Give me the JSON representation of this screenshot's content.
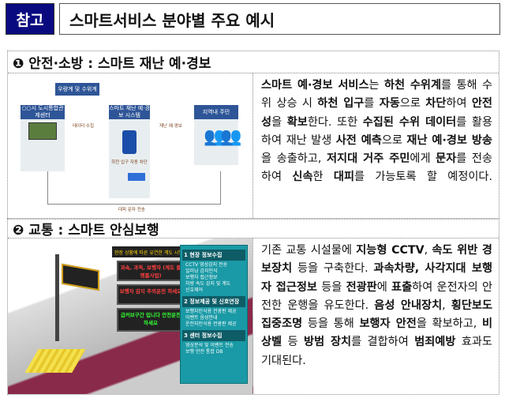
{
  "header": {
    "tag": "참고",
    "title": "스마트서비스 분야별 주요 예시"
  },
  "section1": {
    "heading": "❶ 안전·소방 : 스마트 재난 예·경보",
    "figure": {
      "gauge": "우량계 및 수위계",
      "center": "○○시 도시통합관제센터",
      "system": "스마트 재난 예·경보 시스템",
      "residents": "지역내 주민",
      "data_collect": "데이터 수집",
      "warning": "재난 예·경보",
      "gate": "하천 입구 자동 차단",
      "sms": "대피 문자 전송"
    },
    "paragraph": [
      {
        "t": "스마트 예·경보 서비스",
        "b": true
      },
      {
        "t": "는 ",
        "b": false
      },
      {
        "t": "하천 수위계",
        "b": true
      },
      {
        "t": "를 통해 수위 상승 시 ",
        "b": false
      },
      {
        "t": "하천 입구",
        "b": true
      },
      {
        "t": "를 ",
        "b": false
      },
      {
        "t": "자동",
        "b": true
      },
      {
        "t": "으로 ",
        "b": false
      },
      {
        "t": "차단",
        "b": true
      },
      {
        "t": "하여 ",
        "b": false
      },
      {
        "t": "안전성",
        "b": true
      },
      {
        "t": "을 ",
        "b": false
      },
      {
        "t": "확보",
        "b": true
      },
      {
        "t": "한다. 또한 ",
        "b": false
      },
      {
        "t": "수집된 수위 데이터",
        "b": true
      },
      {
        "t": "를 활용하여 재난 발생 ",
        "b": false
      },
      {
        "t": "사전 예측",
        "b": true
      },
      {
        "t": "으로 ",
        "b": false
      },
      {
        "t": "재난 예·경보 방송",
        "b": true
      },
      {
        "t": "을 송출하고, ",
        "b": false
      },
      {
        "t": "저지대 거주 주민",
        "b": true
      },
      {
        "t": "에게 ",
        "b": false
      },
      {
        "t": "문자",
        "b": true
      },
      {
        "t": "를 전송하여 ",
        "b": false
      },
      {
        "t": "신속",
        "b": true
      },
      {
        "t": "한 ",
        "b": false
      },
      {
        "t": "대피",
        "b": true
      },
      {
        "t": "를 가능토록 할 예정이다.",
        "b": false
      }
    ]
  },
  "section2": {
    "heading": "❷ 교통 : 스마트 안심보행",
    "figure": {
      "banner": "현장 상황에 따른 유연한 계도 시행",
      "led": [
        "과속, 과적, 보행자 (계도 플랫폼사업)",
        "보행자 감지 주의운전 하세요",
        "급커브구간 입니다 안전운전 하세요"
      ],
      "steps": [
        {
          "title": "1 현장 정보수집",
          "items": [
            "CCTV 영상감지 전송",
            "일러닝 감지인식",
            "보행자 접근정보",
            "차량 속도 감지 및 계도",
            "신호제어"
          ]
        },
        {
          "title": "2 정보제공 및 신호연장",
          "items": [
            "보행자인식용 전광판 제공",
            "이벤트 음성안내",
            "운전자인식용 전광판 제공"
          ]
        },
        {
          "title": "3 센터 정보수집",
          "items": [
            "영상분석 및 이벤트 전송",
            "보행 안전 통합 DB"
          ]
        }
      ]
    },
    "paragraph": [
      {
        "t": "  기존 교통 시설물에 ",
        "b": false
      },
      {
        "t": "지능형 CCTV",
        "b": true
      },
      {
        "t": ", ",
        "b": false
      },
      {
        "t": "속도 위반 경보장치",
        "b": true
      },
      {
        "t": " 등을 구축한다. ",
        "b": false
      },
      {
        "t": "과속차량, 사각지대 보행자 접근정보",
        "b": true
      },
      {
        "t": " 등을 ",
        "b": false
      },
      {
        "t": "전광판",
        "b": true
      },
      {
        "t": "에 ",
        "b": false
      },
      {
        "t": "표출",
        "b": true
      },
      {
        "t": "하여 운전자의 안전한 운행을 유도한다. ",
        "b": false
      },
      {
        "t": "음성 안내장치",
        "b": true
      },
      {
        "t": ", ",
        "b": false
      },
      {
        "t": "횡단보도 집중조명",
        "b": true
      },
      {
        "t": " 등을 통해 ",
        "b": false
      },
      {
        "t": "보행자 안전",
        "b": true
      },
      {
        "t": "을 확보하고, ",
        "b": false
      },
      {
        "t": "비상벨",
        "b": true
      },
      {
        "t": " 등 ",
        "b": false
      },
      {
        "t": "방범 장치",
        "b": true
      },
      {
        "t": "를 결합하여 ",
        "b": false
      },
      {
        "t": "범죄예방",
        "b": true
      },
      {
        "t": " 효과도 기대된다.",
        "b": false
      }
    ]
  }
}
